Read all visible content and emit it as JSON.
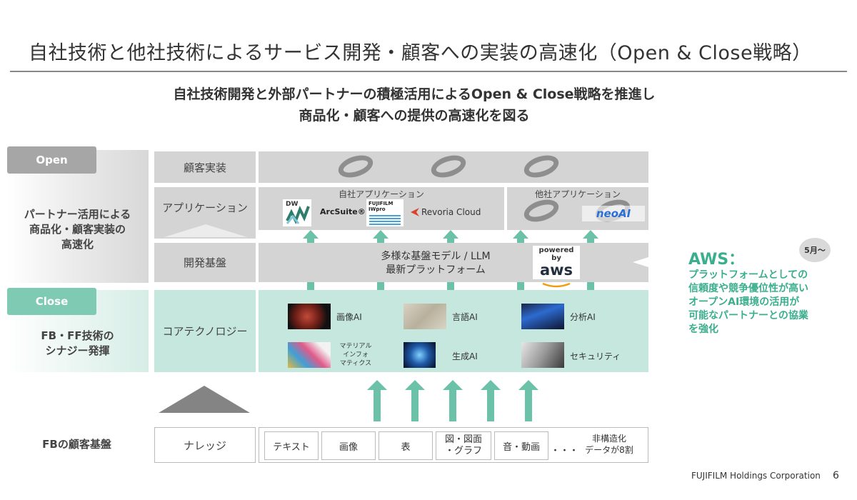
{
  "title": "自社技術と他社技術によるサービス開発・顧客への実装の高速化（Open & Close戦略）",
  "subtitle_line1": "自社技術開発と外部パートナーの積極活用によるOpen & Close戦略を推進し",
  "subtitle_line2": "商品化・顧客への提供の高速化を図る",
  "left": {
    "open_tag": "Open",
    "partner_text": "パートナー活用による\n商品化・顧客実装の\n高速化",
    "close_tag": "Close",
    "synergy_text": "FB・FF技術の\nシナジー発揮",
    "customer_base": "FBの顧客基盤"
  },
  "rows": {
    "customer_impl": "顧客実装",
    "applications": "アプリケーション",
    "dev_platform": "開発基盤",
    "core_tech": "コアテクノロジー",
    "knowledge": "ナレッジ"
  },
  "apps": {
    "own_apps": "自社アプリケーション",
    "other_apps": "他社アプリケーション",
    "dw_logo": "DW",
    "arcsuite": "ArcSuite®",
    "iwpro": "FUJIFILM\nIWpro",
    "revoria": "Revoria Cloud",
    "neoai": "neoAI"
  },
  "platform": {
    "line1": "多様な基盤モデル / LLM",
    "line2": "最新プラットフォーム",
    "powered_by": "powered by",
    "aws": "aws"
  },
  "core": {
    "image_ai": "画像AI",
    "language_ai": "言語AI",
    "analysis_ai": "分析AI",
    "materials": "マテリアル\nインフォ\nマティクス",
    "generative_ai": "生成AI",
    "security": "セキュリティ"
  },
  "data_types": [
    "テキスト",
    "画像",
    "表",
    "図・図面\n・グラフ",
    "音・動画"
  ],
  "dots": "・・・",
  "unstructured": "非構造化\nデータが8割",
  "aws_panel": {
    "title": "AWS：",
    "badge": "5月～",
    "text": "プラットフォームとしての\n信頼度や競争優位性が高い\nオープンAI環境の活用が\n可能なパートナーとの協業\nを強化"
  },
  "footer": {
    "company": "FUJIFILM Holdings Corporation",
    "page": "6"
  },
  "colors": {
    "teal": "#6cc2a8",
    "aws_green": "#3aae8d",
    "gray_panel": "#d4d4d4"
  }
}
